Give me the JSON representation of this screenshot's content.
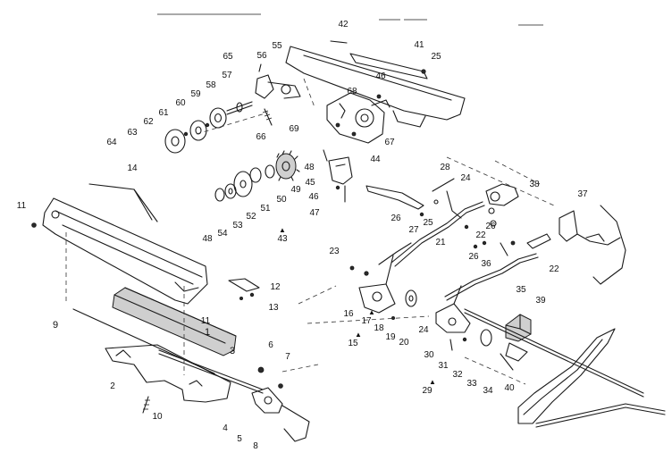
{
  "diagram": {
    "callouts": [
      {
        "id": "c1",
        "text": "1"
      },
      {
        "id": "c2",
        "text": "2"
      },
      {
        "id": "c3",
        "text": "3"
      },
      {
        "id": "c4",
        "text": "4"
      },
      {
        "id": "c5",
        "text": "5"
      },
      {
        "id": "c6",
        "text": "6"
      },
      {
        "id": "c7",
        "text": "7"
      },
      {
        "id": "c8",
        "text": "8"
      },
      {
        "id": "c9",
        "text": "9"
      },
      {
        "id": "c10",
        "text": "10"
      },
      {
        "id": "c11a",
        "text": "11"
      },
      {
        "id": "c11b",
        "text": "11"
      },
      {
        "id": "c12",
        "text": "12"
      },
      {
        "id": "c13",
        "text": "13"
      },
      {
        "id": "c14",
        "text": "14"
      },
      {
        "id": "c15",
        "text": "15"
      },
      {
        "id": "c16",
        "text": "16"
      },
      {
        "id": "c17",
        "text": "17"
      },
      {
        "id": "c18",
        "text": "18"
      },
      {
        "id": "c19",
        "text": "19"
      },
      {
        "id": "c20",
        "text": "20"
      },
      {
        "id": "c21",
        "text": "21"
      },
      {
        "id": "c22a",
        "text": "22"
      },
      {
        "id": "c22b",
        "text": "22"
      },
      {
        "id": "c23",
        "text": "23"
      },
      {
        "id": "c24a",
        "text": "24"
      },
      {
        "id": "c24b",
        "text": "24"
      },
      {
        "id": "c25a",
        "text": "25"
      },
      {
        "id": "c25b",
        "text": "25"
      },
      {
        "id": "c26a",
        "text": "26"
      },
      {
        "id": "c26b",
        "text": "26"
      },
      {
        "id": "c26c",
        "text": "26"
      },
      {
        "id": "c27",
        "text": "27"
      },
      {
        "id": "c28",
        "text": "28"
      },
      {
        "id": "c29",
        "text": "29"
      },
      {
        "id": "c30",
        "text": "30"
      },
      {
        "id": "c31",
        "text": "31"
      },
      {
        "id": "c32",
        "text": "32"
      },
      {
        "id": "c33",
        "text": "33"
      },
      {
        "id": "c34",
        "text": "34"
      },
      {
        "id": "c35",
        "text": "35"
      },
      {
        "id": "c36",
        "text": "36"
      },
      {
        "id": "c37",
        "text": "37"
      },
      {
        "id": "c38",
        "text": "38"
      },
      {
        "id": "c39",
        "text": "39"
      },
      {
        "id": "c40",
        "text": "40"
      },
      {
        "id": "c41",
        "text": "41"
      },
      {
        "id": "c42",
        "text": "42"
      },
      {
        "id": "c43",
        "text": "43"
      },
      {
        "id": "c44",
        "text": "44"
      },
      {
        "id": "c45",
        "text": "45"
      },
      {
        "id": "c46a",
        "text": "46"
      },
      {
        "id": "c46b",
        "text": "46"
      },
      {
        "id": "c47",
        "text": "47"
      },
      {
        "id": "c48a",
        "text": "48"
      },
      {
        "id": "c48b",
        "text": "48"
      },
      {
        "id": "c49",
        "text": "49"
      },
      {
        "id": "c50",
        "text": "50"
      },
      {
        "id": "c51",
        "text": "51"
      },
      {
        "id": "c52",
        "text": "52"
      },
      {
        "id": "c53",
        "text": "53"
      },
      {
        "id": "c54",
        "text": "54"
      },
      {
        "id": "c55",
        "text": "55"
      },
      {
        "id": "c56",
        "text": "56"
      },
      {
        "id": "c57",
        "text": "57"
      },
      {
        "id": "c58",
        "text": "58"
      },
      {
        "id": "c59",
        "text": "59"
      },
      {
        "id": "c60",
        "text": "60"
      },
      {
        "id": "c61",
        "text": "61"
      },
      {
        "id": "c62",
        "text": "62"
      },
      {
        "id": "c63",
        "text": "63"
      },
      {
        "id": "c64",
        "text": "64"
      },
      {
        "id": "c65",
        "text": "65"
      },
      {
        "id": "c66",
        "text": "66"
      },
      {
        "id": "c67",
        "text": "67"
      },
      {
        "id": "c68",
        "text": "68"
      },
      {
        "id": "c69",
        "text": "69"
      }
    ]
  }
}
